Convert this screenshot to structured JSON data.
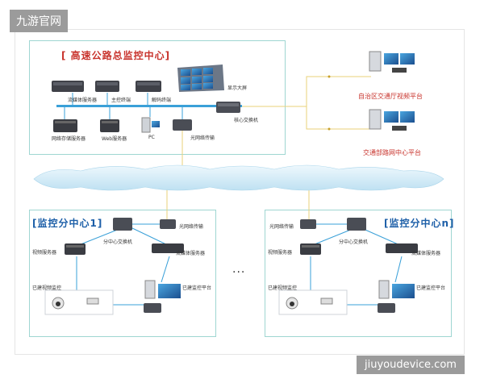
{
  "watermark": {
    "top_left": "九游官网",
    "bottom_right": "jiuyoudevice.com"
  },
  "hq": {
    "title": "[ 高速公路总监控中心]",
    "labels": {
      "streaming_server": "流媒体服务器",
      "main_terminal": "主控终端",
      "decode_terminal": "解码终端",
      "display_wall": "显示大屏",
      "net_storage_server": "网络存储服务器",
      "web_server": "Web服务器",
      "pc": "PC",
      "fiber_transmission": "光网络传输",
      "core_switch": "核心交换机"
    }
  },
  "platforms": {
    "region_platform": "自治区交通厅视频平台",
    "ministry_platform": "交通部路网中心平台"
  },
  "branch1": {
    "title": "[监控分中心1]",
    "labels": {
      "fiber_transmission": "光网络传输",
      "sub_switch": "分中心交换机",
      "video_server": "视频服务器",
      "streaming_server": "流媒体服务器",
      "built_video_monitor": "已建视频监控",
      "built_monitor_platform": "已建监控平台"
    }
  },
  "branch_n": {
    "title": "[监控分中心n]",
    "labels": {
      "fiber_transmission": "光网络传输",
      "sub_switch": "分中心交换机",
      "video_server": "视频服务器",
      "streaming_server": "流媒体服务器",
      "built_video_monitor": "已建视频监控",
      "built_monitor_platform": "已建监控平台"
    }
  },
  "between": "...",
  "colors": {
    "panel_border": "#9fd6d2",
    "bus": "#3aa0d8",
    "link": "#e9d27a",
    "accent_red": "#c8332c",
    "accent_blue": "#1d5fa8",
    "cloud": "#d4ecf7"
  }
}
